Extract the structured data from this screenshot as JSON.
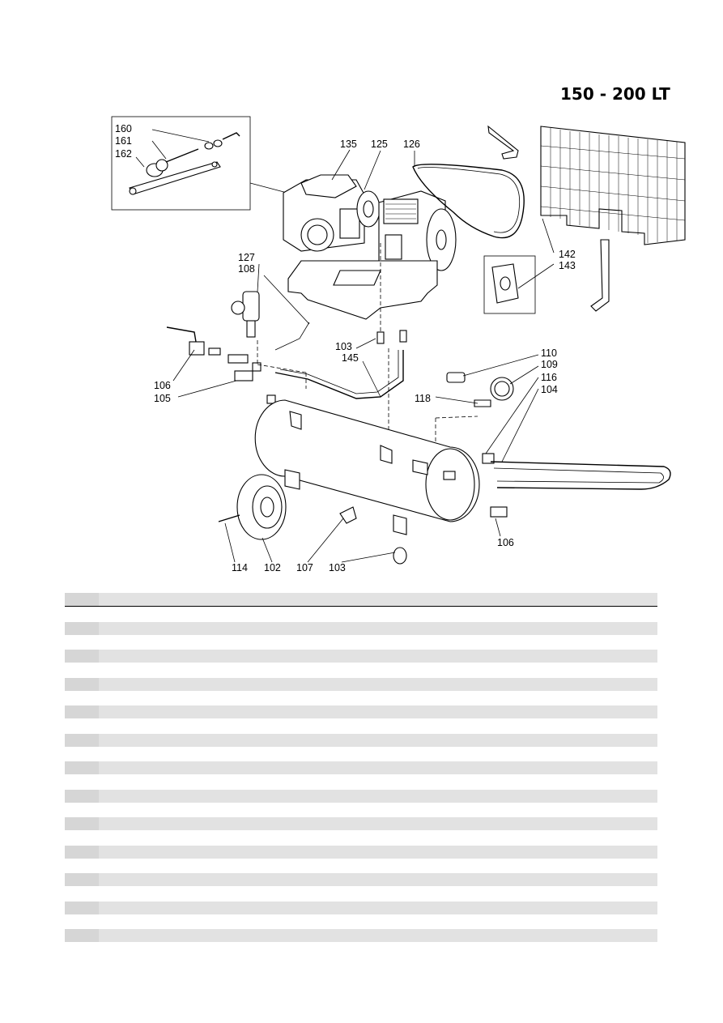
{
  "title": "150 - 200 LT",
  "callouts": {
    "c160": "160",
    "c161": "161",
    "c162": "162",
    "c135": "135",
    "c125": "125",
    "c126": "126",
    "c127": "127",
    "c108": "108",
    "c142": "142",
    "c143": "143",
    "c103a": "103",
    "c145": "145",
    "c110": "110",
    "c109": "109",
    "c116": "116",
    "c104": "104",
    "c106a": "106",
    "c105": "105",
    "c118": "118",
    "c106b": "106",
    "c114": "114",
    "c102": "102",
    "c107": "107",
    "c103b": "103"
  },
  "table": {
    "row_count": 13
  }
}
